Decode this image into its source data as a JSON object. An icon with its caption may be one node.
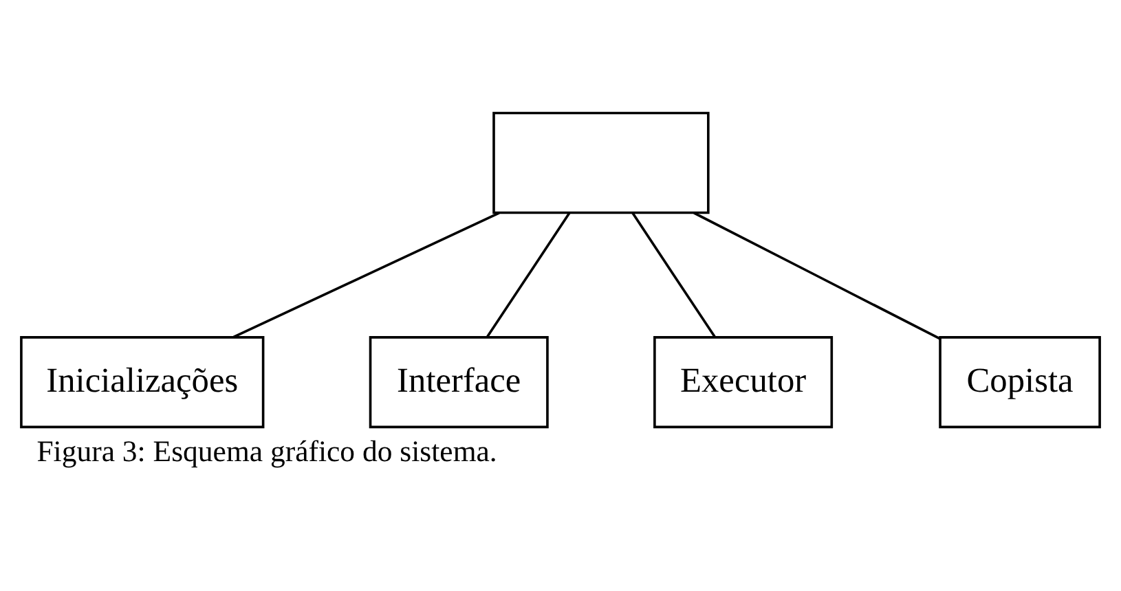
{
  "diagram": {
    "caption": "Figura 3: Esquema gráfico do sistema.",
    "nodes": [
      {
        "text": [],
        "shape": "box"
      },
      {
        "text": [
          "Inicializações"
        ]
      },
      {
        "text": [
          "Interface"
        ]
      },
      {
        "text": [
          "Executor"
        ]
      },
      {
        "text": [
          "Copista"
        ]
      }
    ],
    "edges": [
      {
        "from": 0,
        "to": 1,
        "arrow": "none"
      },
      {
        "from": 0,
        "to": 2,
        "arrow": "none"
      },
      {
        "from": 0,
        "to": 3,
        "arrow": "none"
      },
      {
        "from": 0,
        "to": 4,
        "arrow": "none"
      }
    ]
  }
}
